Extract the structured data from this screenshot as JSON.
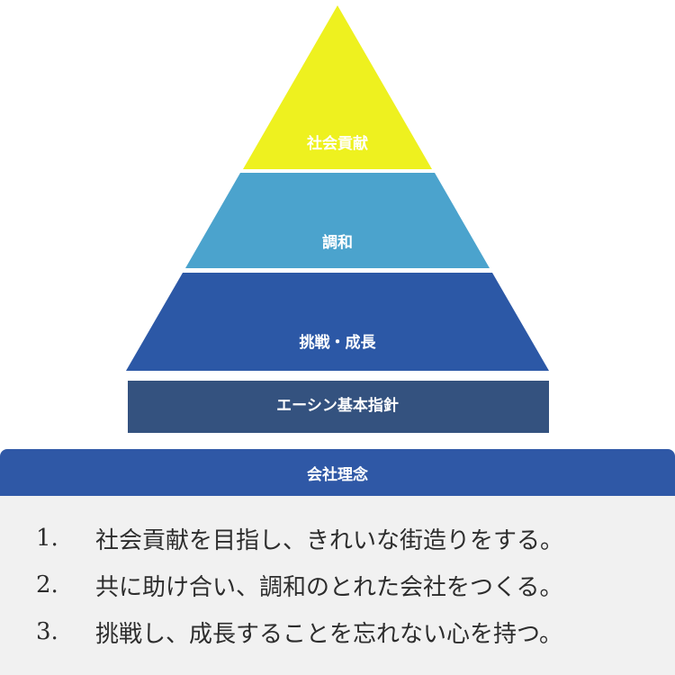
{
  "pyramid": {
    "tiers": [
      {
        "label": "社会貢献",
        "color": "#eef11f"
      },
      {
        "label": "調和",
        "color": "#4ba3cd"
      },
      {
        "label": "挑戦・成長",
        "color": "#2c58a6"
      }
    ],
    "base": {
      "label": "エーシン基本指針",
      "color": "#34527f"
    }
  },
  "philosophy": {
    "title": "会社理念",
    "header_color": "#2f58a6",
    "items": [
      {
        "number": "1.",
        "text": "社会貢献を目指し、きれいな街造りをする。"
      },
      {
        "number": "2.",
        "text": "共に助け合い、調和のとれた会社をつくる。"
      },
      {
        "number": "3.",
        "text": "挑戦し、成長することを忘れない心を持つ。"
      }
    ]
  }
}
